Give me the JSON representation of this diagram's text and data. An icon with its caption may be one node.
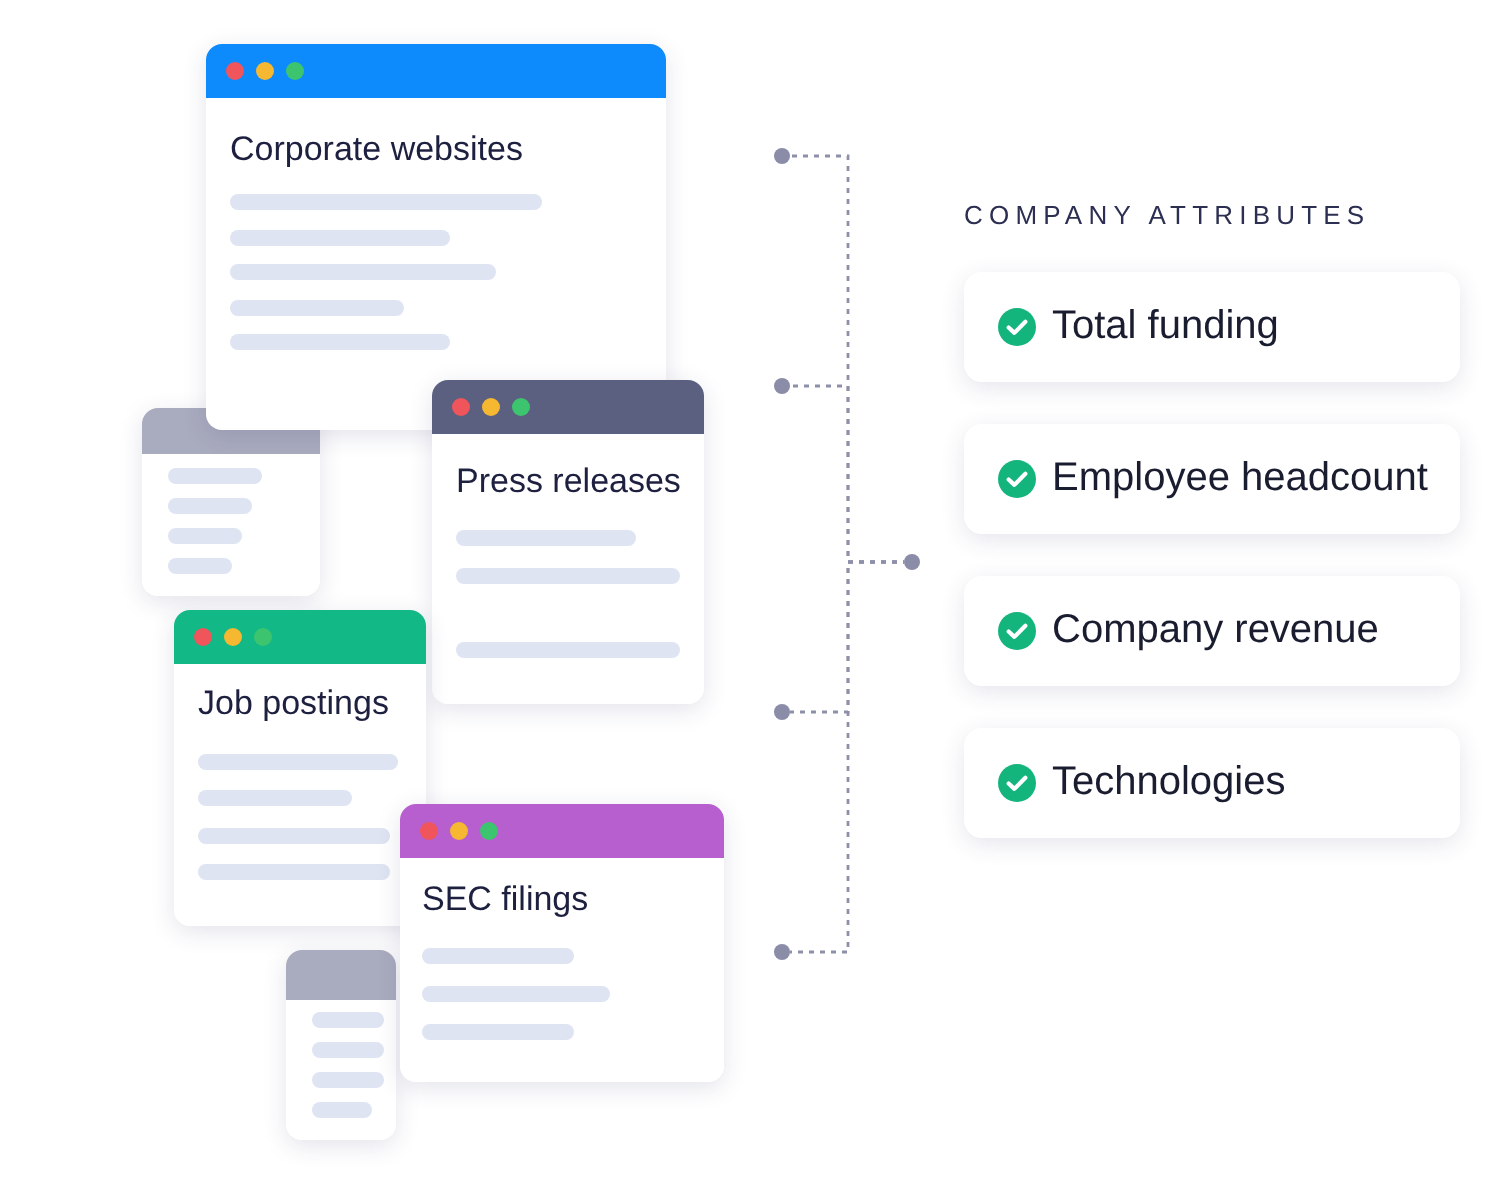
{
  "diagram": {
    "nodes": [
      {
        "text": [
          "Corporate websites"
        ]
      },
      {
        "text": [],
        "shape": "box"
      },
      {
        "text": [
          "Press releases"
        ]
      },
      {
        "text": [
          "Job postings"
        ]
      },
      {
        "text": [
          "SEC filings"
        ]
      },
      {
        "text": [],
        "shape": "box"
      },
      {
        "text": [],
        "shape": "circle"
      },
      {
        "text": [],
        "shape": "circle"
      },
      {
        "text": [],
        "shape": "circle"
      },
      {
        "text": [],
        "shape": "circle"
      },
      {
        "text": [],
        "shape": "circle"
      },
      {
        "text": [
          "Total funding"
        ]
      },
      {
        "text": [
          "Employee headcount"
        ]
      },
      {
        "text": [
          "Company revenue"
        ]
      },
      {
        "text": [
          "Technologies"
        ]
      }
    ],
    "edges": [
      {
        "from": 6,
        "to": 10,
        "arrow": "none",
        "style": "dashed"
      },
      {
        "from": 7,
        "to": 10,
        "arrow": "none",
        "style": "dashed"
      },
      {
        "from": 8,
        "to": 10,
        "arrow": "none",
        "style": "dashed"
      },
      {
        "from": 9,
        "to": 10,
        "arrow": "none",
        "style": "dashed"
      }
    ],
    "labels": [
      "COMPANY ATTRIBUTES"
    ]
  }
}
